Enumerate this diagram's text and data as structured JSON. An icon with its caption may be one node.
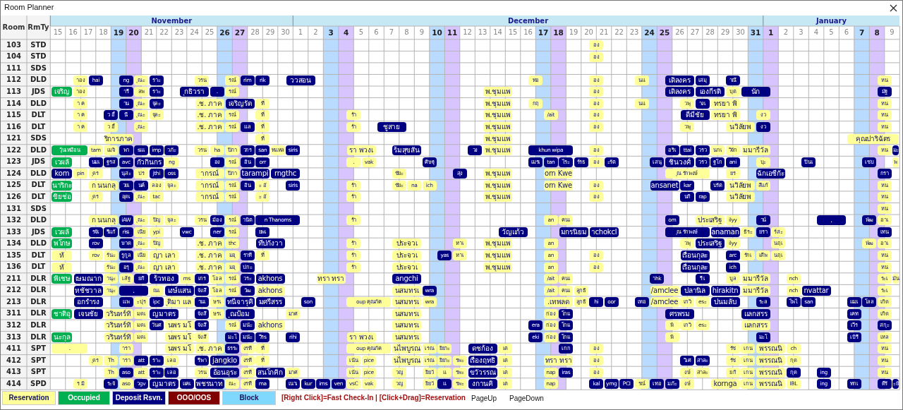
{
  "diagram": {
    "title": "Room Planner",
    "nodes": [
      {
        "text": [
          "อง"
        ]
      },
      {
        "text": [
          "อง"
        ]
      },
      {
        "text": [
          "าอง"
        ]
      },
      {
        "text": [
          "hai"
        ]
      },
      {
        "text": [
          "ng"
        ]
      },
      {
        "text": [
          "ุณะ"
        ]
      },
      {
        "text": [
          "ราะ"
        ]
      },
      {
        "text": [
          "วรน"
        ]
      },
      {
        "text": [
          "รณ์"
        ]
      },
      {
        "text": [
          "rim"
        ]
      },
      {
        "text": [
          "rik"
        ]
      },
      {
        "text": [
          "ววสอน"
        ]
      },
      {
        "text": [
          "ทอ"
        ]
      },
      {
        "text": [
          "อง"
        ]
      },
      {
        "text": [
          "นแ"
        ]
      },
      {
        "text": [
          "เดิลงคร"
        ]
      },
      {
        "text": [
          "เสมุ"
        ]
      },
      {
        "text": [
          "าณี"
        ]
      },
      {
        "text": [
          "หน"
        ]
      },
      {
        "text": [
          "เจริญ"
        ]
      },
      {
        "text": [
          "าอง"
        ]
      },
      {
        "text": [
          "ารี"
        ]
      },
      {
        "text": [
          "ลพ"
        ]
      },
      {
        "text": [
          "ราะ"
        ]
      },
      {
        "text": [
          "ุกธิวรา"
        ]
      },
      {
        "text": [
          "."
        ]
      },
      {
        "text": [
          "รณ์"
        ]
      },
      {
        "text": [
          "พ.ชุมแพ"
        ]
      },
      {
        "text": [
          "อง"
        ]
      },
      {
        "text": [
          "เดิลงคร"
        ]
      },
      {
        "text": [
          "เองกีรติ"
        ]
      },
      {
        "text": [
          "บุต"
        ]
      },
      {
        "text": [
          "นัก"
        ]
      },
      {
        "text": [
          "มัฐ"
        ]
      },
      {
        "text": [
          "า ค"
        ]
      },
      {
        "text": [
          "าน"
        ]
      },
      {
        "text": [
          "ุณะ"
        ]
      },
      {
        "text": [
          "จุละ"
        ]
      },
      {
        "text": [
          ".ช. ภาค"
        ]
      },
      {
        "text": [
          "เจริญรัต"
        ]
      },
      {
        "text": [
          "ที่"
        ]
      },
      {
        "text": [
          "พ.ชุมแพ"
        ]
      },
      {
        "text": [
          "กฤ"
        ]
      },
      {
        "text": [
          "อง"
        ]
      },
      {
        "text": [
          "นแ"
        ]
      },
      {
        "text": [
          "วพุ"
        ]
      },
      {
        "text": [
          "างเ"
        ]
      },
      {
        "text": [
          "ทรยา พิ"
        ]
      },
      {
        "text": [
          "หน"
        ]
      },
      {
        "text": [
          "า ค"
        ]
      },
      {
        "text": [
          "ว อี๋"
        ]
      },
      {
        "text": [
          "นี"
        ]
      },
      {
        "text": [
          "ุณะ"
        ]
      },
      {
        "text": [
          "จุละ"
        ]
      },
      {
        "text": [
          ".ช. ภาค"
        ]
      },
      {
        "text": [
          "รณ์"
        ]
      },
      {
        "text": [
          "ที่"
        ]
      },
      {
        "text": [
          "ร้า"
        ]
      },
      {
        "text": [
          "พ.ชุมแพ"
        ]
      },
      {
        "text": [
          "/ait"
        ]
      },
      {
        "text": [
          "อง"
        ]
      },
      {
        "text": [
          "ดีมีชัย"
        ]
      },
      {
        "text": [
          "ทรยา พิ"
        ]
      },
      {
        "text": [
          "งว"
        ]
      },
      {
        "text": [
          "หน"
        ]
      },
      {
        "text": [
          "า ค"
        ]
      },
      {
        "text": [
          "ว อี๋"
        ]
      },
      {
        "text": [
          "ุณะ"
        ]
      },
      {
        "text": [
          ".ช. ภาค"
        ]
      },
      {
        "text": [
          "รณ์"
        ]
      },
      {
        "text": [
          "แล"
        ]
      },
      {
        "text": [
          "ที่"
        ]
      },
      {
        "text": [
          "ร้า"
        ]
      },
      {
        "text": [
          "ชูสาย"
        ]
      },
      {
        "text": [
          "พ.ชุมแพ"
        ]
      },
      {
        "text": [
          "อง"
        ]
      },
      {
        "text": [
          "วพุ"
        ]
      },
      {
        "text": [
          "นวิลัยพ"
        ]
      },
      {
        "text": [
          "งว"
        ]
      },
      {
        "text": [
          "หน"
        ]
      },
      {
        "text": [
          "ริการภาค"
        ]
      },
      {
        "text": [
          "ที่"
        ]
      },
      {
        "text": [
          "พ.ชุมแพ"
        ]
      },
      {
        "text": [
          "คุณปาริฉัตร"
        ]
      },
      {
        "text": [
          "วุ้นเหมือน"
        ]
      },
      {
        "text": [
          "tam"
        ]
      },
      {
        "text": [
          "เมจิ"
        ]
      },
      {
        "text": [
          "พา"
        ]
      },
      {
        "text": [
          "sแเ"
        ]
      },
      {
        "text": [
          "imp"
        ]
      },
      {
        "text": [
          "วภัะ"
        ]
      },
      {
        "text": [
          "วรน"
        ]
      },
      {
        "text": [
          "ha"
        ]
      },
      {
        "text": [
          "ปิภา"
        ]
      },
      {
        "text": [
          "วกร"
        ]
      },
      {
        "text": [
          "san"
        ]
      },
      {
        "text": [
          "ทแหล"
        ]
      },
      {
        "text": [
          "siris"
        ]
      },
      {
        "text": [
          "รา พวงเ"
        ]
      },
      {
        "text": [
          "ร้มสุขสัน"
        ]
      },
      {
        "text": [
          "วง"
        ]
      },
      {
        "text": [
          "พ.ชุมแพ"
        ]
      },
      {
        "text": [
          "khun wipa"
        ]
      },
      {
        "text": [
          "อง"
        ]
      },
      {
        "text": [
          "อริเ"
        ]
      },
      {
        "text": [
          "ttai"
        ]
      },
      {
        "text": [
          "วรว"
        ]
      },
      {
        "text": [
          "นกเ"
        ]
      },
      {
        "text": [
          "วิจัก"
        ]
      },
      {
        "text": [
          "มมารีวัล"
        ]
      },
      {
        "text": [
          "หน"
        ]
      },
      {
        "text": [
          "มะ"
        ]
      },
      {
        "text": [
          "เวผลั"
        ]
      },
      {
        "text": [
          "นมเ"
        ]
      },
      {
        "text": [
          "ฐรส"
        ]
      },
      {
        "text": [
          "avc"
        ]
      },
      {
        "text": [
          "กัวกินกร"
        ]
      },
      {
        "text": [
          "ng"
        ]
      },
      {
        "text": [
          "อง"
        ]
      },
      {
        "text": [
          "รณ์"
        ]
      },
      {
        "text": [
          "อิน"
        ]
      },
      {
        "text": [
          "orr"
        ]
      },
      {
        "text": [
          "."
        ]
      },
      {
        "text": [
          "vak"
        ]
      },
      {
        "text": [
          "ศิษฐุ"
        ]
      },
      {
        "text": [
          "เมรเ"
        ]
      },
      {
        "text": [
          "tan"
        ]
      },
      {
        "text": [
          "ไระ"
        ]
      },
      {
        "text": [
          "ร์รธ"
        ]
      },
      {
        "text": [
          "อง"
        ]
      },
      {
        "text": [
          "ะรัต"
        ]
      },
      {
        "text": [
          "เสนุ"
        ]
      },
      {
        "text": [
          "ชินวงศ์"
        ]
      },
      {
        "text": [
          "วรว"
        ]
      },
      {
        "text": [
          "ฐโก"
        ]
      },
      {
        "text": [
          "ani"
        ]
      },
      {
        "text": [
          "บุะ"
        ]
      },
      {
        "text": [
          "ปินเ"
        ]
      },
      {
        "text": [
          "เชบ"
        ]
      },
      {
        "text": [
          "พ"
        ]
      },
      {
        "text": [
          "kom"
        ]
      },
      {
        "text": [
          "pin"
        ]
      },
      {
        "text": [
          "ุดร"
        ]
      },
      {
        "text": [
          "นุสะ"
        ]
      },
      {
        "text": [
          "ปร"
        ]
      },
      {
        "text": [
          "jthi"
        ]
      },
      {
        "text": [
          "oss"
        ]
      },
      {
        "text": [
          "ากรณ์"
        ]
      },
      {
        "text": [
          "ปิภา"
        ]
      },
      {
        "text": [
          "tarampi"
        ]
      },
      {
        "text": [
          "rngthc"
        ]
      },
      {
        "text": [
          "ชัยะ"
        ]
      },
      {
        "text": [
          "สุง"
        ]
      },
      {
        "text": [
          "พ.ชุมแพ"
        ]
      },
      {
        "text": [
          "orn Kwe"
        ]
      },
      {
        "text": [
          "ุณ รักพงษ์"
        ]
      },
      {
        "text": [
          "ยร"
        ]
      },
      {
        "text": [
          "ฉักเอชีกัะ"
        ]
      },
      {
        "text": [
          "กรา"
        ]
      },
      {
        "text": [
          "นาริกะ"
        ]
      },
      {
        "text": [
          "ก นนกลุ"
        ]
      },
      {
        "text": [
          "วยเ"
        ]
      },
      {
        "text": [
          "นค์"
        ]
      },
      {
        "text": [
          "ลอง"
        ]
      },
      {
        "text": [
          "จุละ"
        ]
      },
      {
        "text": [
          "ากรณ์"
        ]
      },
      {
        "text": [
          "รณ์"
        ]
      },
      {
        "text": [
          "อิน"
        ]
      },
      {
        "text": [
          "ะ อั"
        ]
      },
      {
        "text": [
          "siris"
        ]
      },
      {
        "text": [
          "ร้า"
        ]
      },
      {
        "text": [
          "ชัยะ"
        ]
      },
      {
        "text": [
          "na"
        ]
      },
      {
        "text": [
          "ich"
        ]
      },
      {
        "text": [
          "พ.ชุมแพ"
        ]
      },
      {
        "text": [
          "orn Kwe"
        ]
      },
      {
        "text": [
          "อง"
        ]
      },
      {
        "text": [
          "ansanet"
        ]
      },
      {
        "text": [
          "kar"
        ]
      },
      {
        "text": [
          "บรัต"
        ]
      },
      {
        "text": [
          "นวิลัยพ"
        ]
      },
      {
        "text": [
          "สีแก้"
        ]
      },
      {
        "text": [
          "หน"
        ]
      },
      {
        "text": [
          "ขิยช่อ"
        ]
      },
      {
        "text": [
          "ุดร"
        ]
      },
      {
        "text": [
          "อุดเ"
        ]
      },
      {
        "text": [
          "ุณะ"
        ]
      },
      {
        "text": [
          "tac"
        ]
      },
      {
        "text": [
          "ากรณ์"
        ]
      },
      {
        "text": [
          "รณ์"
        ]
      },
      {
        "text": [
          "ะ อั"
        ]
      },
      {
        "text": [
          "ร้า"
        ]
      },
      {
        "text": [
          "พ.ชุมแพ"
        ]
      },
      {
        "text": [
          "อง"
        ]
      },
      {
        "text": [
          "นกิ"
        ]
      },
      {
        "text": [
          "rap"
        ]
      },
      {
        "text": [
          "นวิลัยพ"
        ]
      },
      {
        "text": [
          "หน"
        ]
      },
      {
        "text": [
          "หน"
        ]
      },
      {
        "text": [
          "ก นนกลุ"
        ]
      },
      {
        "text": [
          "iAW"
        ]
      },
      {
        "text": [
          "ุณะ"
        ]
      },
      {
        "text": [
          "ปิญ"
        ]
      },
      {
        "text": [
          "จุละ"
        ]
      },
      {
        "text": [
          "วรน"
        ]
      },
      {
        "text": [
          "ม้อง"
        ]
      },
      {
        "text": [
          "รณ์"
        ]
      },
      {
        "text": [
          "านิต"
        ]
      },
      {
        "text": [
          "n Thanoms"
        ]
      },
      {
        "text": [
          "ร้า"
        ]
      },
      {
        "text": [
          "an"
        ]
      },
      {
        "text": [
          "คนเ"
        ]
      },
      {
        "text": [
          "om"
        ]
      },
      {
        "text": [
          "ประเสริฐ"
        ]
      },
      {
        "text": [
          "ilyy"
        ]
      },
      {
        "text": [
          "าน์"
        ]
      },
      {
        "text": [
          "."
        ]
      },
      {
        "text": [
          "พัฒ"
        ]
      },
      {
        "text": [
          "อาเ"
        ]
      },
      {
        "text": [
          "เวผลั"
        ]
      },
      {
        "text": [
          "รจัเ"
        ]
      },
      {
        "text": [
          "รีแก้"
        ]
      },
      {
        "text": [
          "risเ"
        ]
      },
      {
        "text": [
          "เนีย"
        ]
      },
      {
        "text": [
          "ypi"
        ]
      },
      {
        "text": [
          "vwc"
        ]
      },
      {
        "text": [
          "ner"
        ]
      },
      {
        "text": [
          "รณ์"
        ]
      },
      {
        "text": [
          "ยพเ"
        ]
      },
      {
        "text": [
          "วัญแก้ว"
        ]
      },
      {
        "text": [
          "มกรนิยม"
        ]
      },
      {
        "text": [
          "าchokcl"
        ]
      },
      {
        "text": [
          "ุณ รักพงษ์"
        ]
      },
      {
        "text": [
          "anaman"
        ]
      },
      {
        "text": [
          "ธิระ"
        ]
      },
      {
        "text": [
          "ยรา"
        ]
      },
      {
        "text": [
          "ร์สะ"
        ]
      },
      {
        "text": [
          "เทน"
        ]
      },
      {
        "text": [
          "พโกษ"
        ]
      },
      {
        "text": [
          "rov"
        ]
      },
      {
        "text": [
          "ษาด"
        ]
      },
      {
        "text": [
          "ุณะ"
        ]
      },
      {
        "text": [
          "ปิญ"
        ]
      },
      {
        "text": [
          ".ช. ภาค"
        ]
      },
      {
        "text": [
          "thc"
        ]
      },
      {
        "text": [
          "ทีปกังวา"
        ]
      },
      {
        "text": [
          "ร้า"
        ]
      },
      {
        "text": [
          "ประจวเ"
        ]
      },
      {
        "text": [
          "หาเ"
        ]
      },
      {
        "text": [
          "พ.ชุมแพ"
        ]
      },
      {
        "text": [
          "an"
        ]
      },
      {
        "text": [
          "วพุ"
        ]
      },
      {
        "text": [
          "ประเสริฐ"
        ]
      },
      {
        "text": [
          "ilyy"
        ]
      },
      {
        "text": [
          "นฤเ"
        ]
      },
      {
        "text": [
          "พัฒ"
        ]
      },
      {
        "text": [
          "อาเ"
        ]
      },
      {
        "text": [
          "หั"
        ]
      },
      {
        "text": [
          "rov"
        ]
      },
      {
        "text": [
          "รันะ"
        ]
      },
      {
        "text": [
          "รูกูล"
        ]
      },
      {
        "text": [
          "เนีย"
        ]
      },
      {
        "text": [
          "ญา เลา"
        ]
      },
      {
        "text": [
          ".ช. ภาค"
        ]
      },
      {
        "text": [
          "มอุ"
        ]
      },
      {
        "text": [
          "ราที"
        ]
      },
      {
        "text": [
          "ที่"
        ]
      },
      {
        "text": [
          "ร้า"
        ]
      },
      {
        "text": [
          "ประจวเ"
        ]
      },
      {
        "text": [
          "yas"
        ]
      },
      {
        "text": [
          "หาเ"
        ]
      },
      {
        "text": [
          "พ.ชุมแพ"
        ]
      },
      {
        "text": [
          "an"
        ]
      },
      {
        "text": [
          "อง"
        ]
      },
      {
        "text": [
          "เรือนกุละ"
        ]
      },
      {
        "text": [
          "arc"
        ]
      },
      {
        "text": [
          "รักเ"
        ]
      },
      {
        "text": [
          "เดีพ"
        ]
      },
      {
        "text": [
          "นฤเ"
        ]
      },
      {
        "text": [
          "หน"
        ]
      },
      {
        "text": [
          "หั"
        ]
      },
      {
        "text": [
          "รันะ"
        ]
      },
      {
        "text": [
          "อรุ"
        ]
      },
      {
        "text": [
          "ุณะ"
        ]
      },
      {
        "text": [
          "ญา เลา"
        ]
      },
      {
        "text": [
          ".ช. ภาค"
        ]
      },
      {
        "text": [
          "มอุ"
        ]
      },
      {
        "text": [
          "ปกะ"
        ]
      },
      {
        "text": [
          "ร้า"
        ]
      },
      {
        "text": [
          "ประจวเ"
        ]
      },
      {
        "text": [
          "พ.ชุมแพ"
        ]
      },
      {
        "text": [
          "an"
        ]
      },
      {
        "text": [
          "อง"
        ]
      },
      {
        "text": [
          "เรือนกุละ"
        ]
      },
      {
        "text": [
          "ich"
        ]
      },
      {
        "text": [
          "หน"
        ]
      },
      {
        "text": [
          "พิเชษ"
        ]
      },
      {
        "text": [
          "เษมณาก"
        ]
      },
      {
        "text": [
          "านุะ"
        ]
      },
      {
        "text": [
          "เส้ฐ"
        ]
      },
      {
        "text": [
          "ยกิ"
        ]
      },
      {
        "text": [
          "ร้วทอง"
        ]
      },
      {
        "text": [
          "ms"
        ]
      },
      {
        "text": [
          "เกร"
        ]
      },
      {
        "text": [
          "โอล"
        ]
      },
      {
        "text": [
          "รณ์"
        ]
      },
      {
        "text": [
          "วระ"
        ]
      },
      {
        "text": [
          "akhons"
        ]
      },
      {
        "text": [
          "ทรา ทรา"
        ]
      },
      {
        "text": [
          "angchi"
        ]
      },
      {
        "text": [
          "/ait"
        ]
      },
      {
        "text": [
          "คนเ"
        ]
      },
      {
        "text": [
          "าhk"
        ]
      },
      {
        "text": [
          "รี เ"
        ]
      },
      {
        "text": [
          "บูล"
        ]
      },
      {
        "text": [
          "มมารีวัล"
        ]
      },
      {
        "text": [
          "nch"
        ]
      },
      {
        "text": [
          "ระเ"
        ]
      },
      {
        "text": [
          "มัน"
        ]
      },
      {
        "text": [
          "หชัชวาล"
        ]
      },
      {
        "text": [
          "านุะ"
        ]
      },
      {
        "text": [
          "."
        ]
      },
      {
        "text": [
          "ณเ"
        ]
      },
      {
        "text": [
          "เงษ์แสน"
        ]
      },
      {
        "text": [
          "จังสี"
        ]
      },
      {
        "text": [
          "โอล"
        ]
      },
      {
        "text": [
          "รณ์"
        ]
      },
      {
        "text": [
          "วัฒ"
        ]
      },
      {
        "text": [
          "akhons"
        ]
      },
      {
        "text": [
          "นสมทรเ"
        ]
      },
      {
        "text": [
          "wra"
        ]
      },
      {
        "text": [
          "/ait"
        ]
      },
      {
        "text": [
          "คนเ"
        ]
      },
      {
        "text": [
          "ลูกธิ"
        ]
      },
      {
        "text": [
          "/amclee"
        ]
      },
      {
        "text": [
          "ปลานิล"
        ]
      },
      {
        "text": [
          "hirakitn"
        ]
      },
      {
        "text": [
          "มมารีวัล"
        ]
      },
      {
        "text": [
          "nch"
        ]
      },
      {
        "text": [
          "nvattar"
        ]
      },
      {
        "text": [
          "ระเ"
        ]
      },
      {
        "text": [
          "อกรำรง"
        ]
      },
      {
        "text": [
          "แพ"
        ]
      },
      {
        "text": [
          "ะปุร"
        ]
      },
      {
        "text": [
          "ipc"
        ]
      },
      {
        "text": [
          "ุติมา แล"
        ]
      },
      {
        "text": [
          "านเ"
        ]
      },
      {
        "text": [
          "ษรเ"
        ]
      },
      {
        "text": [
          "ทนีจารุคิ"
        ]
      },
      {
        "text": [
          "มศรีสรร"
        ]
      },
      {
        "text": [
          "son"
        ]
      },
      {
        "text": [
          "oup คุณภัค"
        ]
      },
      {
        "text": [
          "นสมทรเ"
        ]
      },
      {
        "text": [
          "wra"
        ]
      },
      {
        "text": [
          ".เทพลด"
        ]
      },
      {
        "text": [
          "ลูกธิ"
        ]
      },
      {
        "text": [
          "hi"
        ]
      },
      {
        "text": [
          "oor"
        ]
      },
      {
        "text": [
          "เทอ"
        ]
      },
      {
        "text": [
          "/amclee"
        ]
      },
      {
        "text": [
          "เกวิ"
        ]
      },
      {
        "text": [
          "esะ"
        ]
      },
      {
        "text": [
          "ปนมลับ"
        ]
      },
      {
        "text": [
          "ระล"
        ]
      },
      {
        "text": [
          "ไพไ"
        ]
      },
      {
        "text": [
          "san"
        ]
      },
      {
        "text": [
          "แมเ"
        ]
      },
      {
        "text": [
          "โลล"
        ]
      },
      {
        "text": [
          "เกิด"
        ]
      },
      {
        "text": [
          "ชาติอุ"
        ]
      },
      {
        "text": [
          "เจนชัย"
        ]
      },
      {
        "text": [
          "วรินทร์ทิ"
        ]
      },
      {
        "text": [
          "มดเ"
        ]
      },
      {
        "text": [
          "ญมาตร"
        ]
      },
      {
        "text": [
          "จังสี"
        ]
      },
      {
        "text": [
          "ษรเ"
        ]
      },
      {
        "text": [
          "ุณป้อม"
        ]
      },
      {
        "text": [
          "มาศ"
        ]
      },
      {
        "text": [
          "นสมทรเ"
        ]
      },
      {
        "text": [
          "ก่อง"
        ]
      },
      {
        "text": [
          "โกเเ"
        ]
      },
      {
        "text": [
          "ศรพรม"
        ]
      },
      {
        "text": [
          "แลกสรร"
        ]
      },
      {
        "text": [
          "เคท"
        ]
      },
      {
        "text": [
          "เกิด"
        ]
      },
      {
        "text": [
          "วรินทร์ทิ"
        ]
      },
      {
        "text": [
          "มดเ"
        ]
      },
      {
        "text": [
          "วันศ"
        ]
      },
      {
        "text": [
          "นพร มโ"
        ]
      },
      {
        "text": [
          "จังสี"
        ]
      },
      {
        "text": [
          "รณ์"
        ]
      },
      {
        "text": [
          "มนัะ"
        ]
      },
      {
        "text": [
          "akhons"
        ]
      },
      {
        "text": [
          "นสมทรเ"
        ]
      },
      {
        "text": [
          "era"
        ]
      },
      {
        "text": [
          "ก่อง"
        ]
      },
      {
        "text": [
          "โกเเ"
        ]
      },
      {
        "text": [
          "พิ"
        ]
      },
      {
        "text": [
          "เกวิ"
        ]
      },
      {
        "text": [
          "esะ"
        ]
      },
      {
        "text": [
          "แลกสรร"
        ]
      },
      {
        "text": [
          "เวีร"
        ]
      },
      {
        "text": [
          "สกุะ"
        ]
      },
      {
        "text": [
          "นะกุล"
        ]
      },
      {
        "text": [
          "วรินทร์ทิ"
        ]
      },
      {
        "text": [
          "มดเ"
        ]
      },
      {
        "text": [
          "นพร มโ"
        ]
      },
      {
        "text": [
          "จังสี"
        ]
      },
      {
        "text": [
          "มะโ"
        ]
      },
      {
        "text": [
          "มนัะ"
        ]
      },
      {
        "text": [
          "วีรs"
        ]
      },
      {
        "text": [
          "rihi"
        ]
      },
      {
        "text": [
          "รา พวงเ"
        ]
      },
      {
        "text": [
          "นสมทรเ"
        ]
      },
      {
        "text": [
          "eki"
        ]
      },
      {
        "text": [
          "ก่อง"
        ]
      },
      {
        "text": [
          "โกเเ"
        ]
      },
      {
        "text": [
          "พิ"
        ]
      },
      {
        "text": [
          "มะโ"
        ]
      },
      {
        "text": [
          "เบิรี"
        ]
      },
      {
        "text": [
          "เหล"
        ]
      },
      {
        "text": [
          "."
        ]
      },
      {
        "text": [
          "ารา"
        ]
      },
      {
        "text": [
          "นพร มโ"
        ]
      },
      {
        "text": [
          ".ช. ภาค"
        ]
      },
      {
        "text": [
          "ธรระ"
        ]
      },
      {
        "text": [
          "งรที"
        ]
      },
      {
        "text": [
          "ที่"
        ]
      },
      {
        "text": [
          "oup คุณภัค"
        ]
      },
      {
        "text": [
          "นไพบูรณ"
        ]
      },
      {
        "text": [
          "เรณ"
        ]
      },
      {
        "text": [
          "ยิยาะ"
        ]
      },
      {
        "text": [
          "ดชก้อง"
        ]
      },
      {
        "text": [
          "เต"
        ]
      },
      {
        "text": [
          "เกก"
        ]
      },
      {
        "text": [
          "อง"
        ]
      },
      {
        "text": [
          "รัช"
        ]
      },
      {
        "text": [
          "เกน"
        ]
      },
      {
        "text": [
          "พรรณนิ"
        ]
      },
      {
        "text": [
          "ch"
        ]
      },
      {
        "text": [
          "หน"
        ]
      },
      {
        "text": [
          "ุดร"
        ]
      },
      {
        "text": [
          "Th"
        ]
      },
      {
        "text": [
          "ารา"
        ]
      },
      {
        "text": [
          "att"
        ]
      },
      {
        "text": [
          "ราะ"
        ]
      },
      {
        "text": [
          "เลอ"
        ]
      },
      {
        "text": [
          "รีพา"
        ]
      },
      {
        "text": [
          "jangklo"
        ]
      },
      {
        "text": [
          "งรที"
        ]
      },
      {
        "text": [
          "ที่"
        ]
      },
      {
        "text": [
          "เน้น"
        ]
      },
      {
        "text": [
          "pice"
        ]
      },
      {
        "text": [
          "นไพบูรณ"
        ]
      },
      {
        "text": [
          "เรณ"
        ]
      },
      {
        "text": [
          "ยิยาะ"
        ]
      },
      {
        "text": [
          "รพะ"
        ]
      },
      {
        "text": [
          "เรืองฤทธิ"
        ]
      },
      {
        "text": [
          "เต"
        ]
      },
      {
        "text": [
          "ทรา ทรา"
        ]
      },
      {
        "text": [
          "อง"
        ]
      },
      {
        "text": [
          "วิเศ"
        ]
      },
      {
        "text": [
          "สาละ"
        ]
      },
      {
        "text": [
          "รัช"
        ]
      },
      {
        "text": [
          "เกน"
        ]
      },
      {
        "text": [
          "พรรณนิ"
        ]
      },
      {
        "text": [
          "กุด"
        ]
      },
      {
        "text": [
          "หน"
        ]
      },
      {
        "text": [
          "Th"
        ]
      },
      {
        "text": [
          "aso"
        ]
      },
      {
        "text": [
          "att"
        ]
      },
      {
        "text": [
          "ราะ"
        ]
      },
      {
        "text": [
          "เลอ"
        ]
      },
      {
        "text": [
          "วรน"
        ]
      },
      {
        "text": [
          "อ้อนอุระ"
        ]
      },
      {
        "text": [
          "งรที"
        ]
      },
      {
        "text": [
          "สนโกคิก"
        ]
      },
      {
        "text": [
          "มาศ"
        ]
      },
      {
        "text": [
          "เน้น"
        ]
      },
      {
        "text": [
          "pice"
        ]
      },
      {
        "text": [
          "วญ"
        ]
      },
      {
        "text": [
          "ยิยวั"
        ]
      },
      {
        "text": [
          "แ"
        ]
      },
      {
        "text": [
          "รพะ"
        ]
      },
      {
        "text": [
          "ขวัวรรณ"
        ]
      },
      {
        "text": [
          "เต"
        ]
      },
      {
        "text": [
          "nap"
        ]
      },
      {
        "text": [
          "iras"
        ]
      },
      {
        "text": [
          "อง"
        ]
      },
      {
        "text": [
          "งษ์"
        ]
      },
      {
        "text": [
          "สาละ"
        ]
      },
      {
        "text": [
          "ย กิ"
        ]
      },
      {
        "text": [
          "เกน"
        ]
      },
      {
        "text": [
          "พรรณนิ"
        ]
      },
      {
        "text": [
          "กุด"
        ]
      },
      {
        "text": [
          "ing"
        ]
      },
      {
        "text": [
          "หน"
        ]
      },
      {
        "text": [
          "ร มิ"
        ]
      },
      {
        "text": [
          "ระจั"
        ]
      },
      {
        "text": [
          "aso"
        ]
      },
      {
        "text": [
          "วgv"
        ]
      },
      {
        "text": [
          "ญมาตร"
        ]
      },
      {
        "text": [
          "แคเ"
        ]
      },
      {
        "text": [
          "พชรนาท"
        ]
      },
      {
        "text": [
          "ณะ"
        ]
      },
      {
        "text": [
          "งรที"
        ]
      },
      {
        "text": [
          "ma"
        ]
      },
      {
        "text": [
          "เนาเ"
        ]
      },
      {
        "text": [
          "kur"
        ]
      },
      {
        "text": [
          "ims"
        ]
      },
      {
        "text": [
          "ven"
        ]
      },
      {
        "text": [
          "vsC"
        ]
      },
      {
        "text": [
          "vak"
        ]
      },
      {
        "text": [
          "วญ"
        ]
      },
      {
        "text": [
          "ยิยวั"
        ]
      },
      {
        "text": [
          "แ"
        ]
      },
      {
        "text": [
          "รพะ"
        ]
      },
      {
        "text": [
          "งกานคิ"
        ]
      },
      {
        "text": [
          "เต"
        ]
      },
      {
        "text": [
          "nap"
        ]
      },
      {
        "text": [
          "kal"
        ]
      },
      {
        "text": [
          "ymg"
        ]
      },
      {
        "text": [
          "PCI"
        ]
      },
      {
        "text": [
          "รณ์"
        ]
      },
      {
        "text": [
          "เทอ"
        ]
      },
      {
        "text": [
          "มภัะ"
        ]
      },
      {
        "text": [
          "งษ์"
        ]
      },
      {
        "text": [
          "kornga"
        ]
      },
      {
        "text": [
          "เกน"
        ]
      },
      {
        "text": [
          "พรรณนิ"
        ]
      },
      {
        "text": [
          "IBL"
        ]
      },
      {
        "text": [
          "ing"
        ]
      },
      {
        "text": [
          "ทกเ"
        ]
      },
      {
        "text": [
          "ดีรั"
        ]
      },
      {
        "text": [
          "ะยั"
        ]
      }
    ],
    "labels": [
      "Room",
      "RmTy",
      "November",
      "December",
      "January",
      "15",
      "16",
      "17",
      "18",
      "19",
      "20",
      "21",
      "22",
      "23",
      "24",
      "25",
      "26",
      "27",
      "28",
      "29",
      "30",
      "1",
      "2",
      "3",
      "4",
      "5",
      "6",
      "7",
      "8",
      "9",
      "10",
      "11",
      "12",
      "13",
      "14",
      "15",
      "16",
      "17",
      "18",
      "19",
      "20",
      "21",
      "22",
      "23",
      "24",
      "25",
      "26",
      "27",
      "28",
      "29",
      "30",
      "31",
      "1",
      "2",
      "3",
      "4",
      "5",
      "6",
      "7",
      "8",
      "9",
      "103",
      "STD",
      "104",
      "STD",
      "111",
      "SDS",
      "112",
      "DLD",
      "113",
      "JDS",
      "114",
      "DLD",
      "115",
      "DLT",
      "116",
      "DLT",
      "121",
      "SDS",
      "122",
      "DLD",
      "123",
      "JDS",
      "124",
      "DLD",
      "125",
      "DLT",
      "126",
      "DLT",
      "131",
      "SDS",
      "132",
      "DLD",
      "133",
      "JDS",
      "134",
      "DLD",
      "135",
      "DLT",
      "136",
      "DLT",
      "211",
      "DLR",
      "212",
      "DLR",
      "213",
      "DLR",
      "311",
      "DLR",
      "312",
      "DLR",
      "313",
      "DLR",
      "411",
      "SPT",
      "412",
      "SPT",
      "413",
      "SPT",
      "414",
      "SPD",
      "[Right Click]=Fast Check-In | [Click+Drag]=Reservation",
      "PageUp",
      "PageDown"
    ],
    "legend": [
      {
        "text": "Reservation",
        "color": "#ffff99"
      },
      {
        "text": "Occupied",
        "color": "#00b050"
      },
      {
        "text": "Deposit Rsvn.",
        "color": "#000080"
      },
      {
        "text": "OOO/OOS",
        "color": "#800000"
      },
      {
        "text": "Block",
        "color": "#80d8ff"
      }
    ]
  }
}
